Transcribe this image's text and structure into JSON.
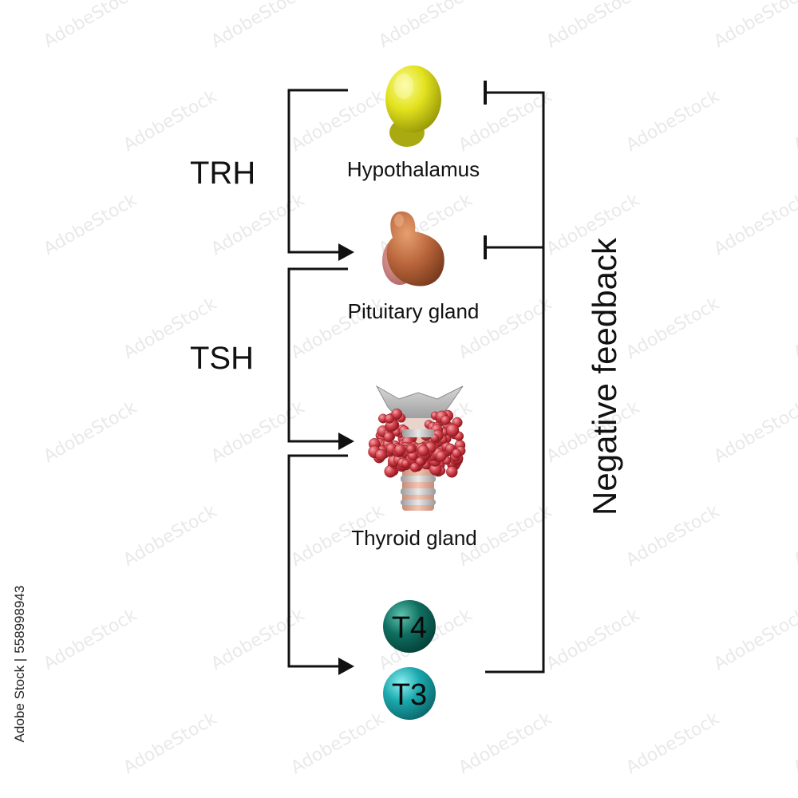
{
  "organs": {
    "hypothalamus": "Hypothalamus",
    "pituitary": "Pituitary gland",
    "thyroid": "Thyroid gland"
  },
  "hormones": {
    "trh": "TRH",
    "tsh": "TSH",
    "t4": "T4",
    "t3": "T3"
  },
  "feedback_label": "Negative feedback",
  "stock_id": "558998943",
  "stock_prefix": "Adobe Stock |",
  "watermark_text": "AdobeStock",
  "colors": {
    "hypothalamus": "#d8d81a",
    "pituitary": "#b8643a",
    "thyroid": "#c8343c",
    "t4": "#0f6e60",
    "t3": "#1aa8ad",
    "lines": "#111111"
  }
}
